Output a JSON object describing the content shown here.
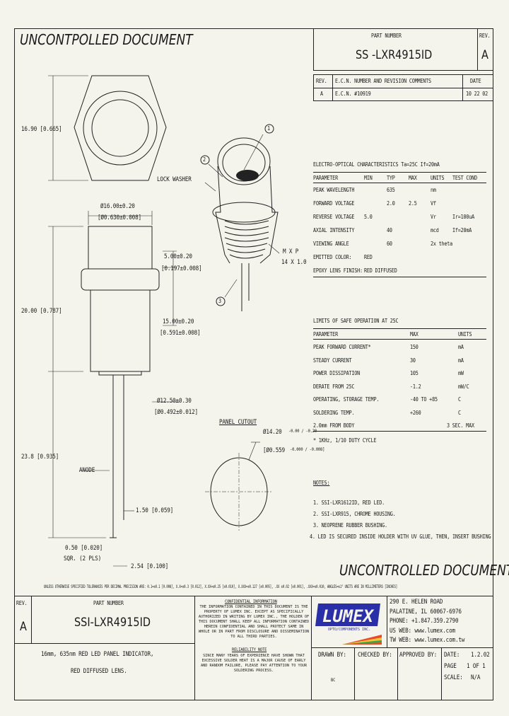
{
  "header": {
    "uncontrolled_top": "UNCONTPOLLED DOCUMENT",
    "part_number_label": "PART NUMBER",
    "part_number": "SS -LXR4915ID",
    "rev_label": "REV.",
    "rev": "A"
  },
  "revision_table": {
    "headers": [
      "REV.",
      "E.C.N. NUMBER AND REVISION COMMENTS",
      "DATE"
    ],
    "rows": [
      [
        "A",
        "E.C.N. #10919",
        "10 22 02"
      ]
    ]
  },
  "drawing_labels": {
    "dim_hex": "16.90 [0.665]",
    "lock_washer": "LOCK WASHER",
    "dim_dia_top": "Ø16.00±0.20",
    "dim_dia_top_in": "[Ø0.630±0.008]",
    "dim_500": "5.00±0.20",
    "dim_500_in": "[0.197±0.008]",
    "thread": "M X P",
    "thread_size": "14 X 1.0",
    "dim_2000": "20.00 [0.787]",
    "dim_1500": "15.00±0.20",
    "dim_1500_in": "[0.591±0.008]",
    "dim_1250": "Ø12.50±0.30",
    "dim_1250_in": "[Ø0.492±0.012]",
    "dim_238": "23.8 [0.935]",
    "anode": "ANODE",
    "dim_150": "1.50 [0.059]",
    "dim_050": "0.50 [0.020]",
    "sqr_pls": "SQR. (2 PLS)",
    "dim_254": "2.54 [0.100]",
    "panel_cutout": "PANEL CUTOUT",
    "dim_1420": "Ø14.20",
    "dim_1420_tol": "-0.00 / -0.20",
    "dim_559": "[Ø0.559",
    "dim_559_tol": "-0.000 / -0.008]",
    "callout_1": "1",
    "callout_2": "2",
    "callout_3": "3"
  },
  "electro_optical": {
    "title": "ELECTRO-OPTICAL CHARACTERISTICS Ta=25C   If=20mA",
    "headers": [
      "PARAMETER",
      "MIN",
      "TYP",
      "MAX",
      "UNITS",
      "TEST COND"
    ],
    "rows": [
      [
        "PEAK WAVELENGTH",
        "",
        "635",
        "",
        "nm",
        ""
      ],
      [
        "FORWARD VOLTAGE",
        "",
        "2.0",
        "2.5",
        "Vf",
        ""
      ],
      [
        "REVERSE VOLTAGE",
        "5.0",
        "",
        "",
        "Vr",
        "Ir=100uA"
      ],
      [
        "AXIAL INTENSITY",
        "",
        "40",
        "",
        "mcd",
        "If=20mA"
      ],
      [
        "VIEWING ANGLE",
        "",
        "60",
        "",
        "2x theta",
        ""
      ],
      [
        "EMITTED COLOR:",
        "RED",
        "",
        "",
        "",
        ""
      ],
      [
        "EPOXY LENS FINISH:",
        "RED DIFFUSED",
        "",
        "",
        "",
        ""
      ]
    ]
  },
  "limits": {
    "title": "LIMITS OF SAFE OPERATION AT 25C",
    "headers": [
      "PARAMETER",
      "MAX",
      "UNITS"
    ],
    "rows": [
      [
        "PEAK FORWARD CURRENT*",
        "150",
        "mA"
      ],
      [
        "STEADY CURRENT",
        "30",
        "mA"
      ],
      [
        "POWER DISSIPATION",
        "105",
        "mW"
      ],
      [
        "DERATE FROM 25C",
        "-1.2",
        "mW/C"
      ],
      [
        "OPERATING, STORAGE TEMP.",
        "-40 TO +85",
        "C"
      ],
      [
        "SOLDERING TEMP.",
        "+260",
        "C"
      ],
      [
        "2.0mm FROM BODY",
        "",
        "3 SEC. MAX"
      ]
    ],
    "footnote": "* 1KHz, 1/10 DUTY CYCLE"
  },
  "notes": {
    "title": "NOTES:",
    "items": [
      "1. SSI-LXR1612ID, RED LED.",
      "2. SSI-LXR915, CHROME HOUSING.",
      "3. NEOPRENE RUBBER BUSHING.",
      "4. LED IS SECURED INSIDE HOLDER WITH UV GLUE, THEN, INSERT BUSHING"
    ]
  },
  "uncontrolled_bottom": "UNCONTROLLED DOCUMENT",
  "tolerances": "UNLESS OTHERWISE SPECIFIED TOLERANCES PER DECIMAL PRECISION ARE: 0.1=±0.1 [0.008], X.X=±0.3 [0.012], X.XX=±0.25 [±0.010], X.XXX=±0.127 [±0.005], .XX ±0.02 [±0.001], .XXX=±0.010, ANGLES=±1°   UNITS ARE IN MILLIMETERS [INCHES]",
  "title_block": {
    "rev_label": "REV.",
    "rev": "A",
    "part_number_label": "PART NUMBER",
    "part_number": "SSI-LXR4915ID",
    "description_1": "16mm, 635nm RED LED PANEL INDICATOR,",
    "description_2": "RED DIFFUSED LENS.",
    "confidential_title": "CONFIDENTIAL INFORMATION",
    "confidential_text": "THE INFORMATION CONTAINED IN THIS DOCUMENT IS THE PROPERTY OF LUMEX INC. EXCEPT AS SPECIFICALLY AUTHORIZED IN WRITING BY LUMEX INC., THE HOLDER OF THIS DOCUMENT SHALL KEEP ALL INFORMATION CONTAINED HEREIN CONFIDENTIAL AND SHALL PROTECT SAME IN WHOLE OR IN PART FROM DISCLOSURE AND DISSEMINATION TO ALL THIRD PARTIES.",
    "reliability_title": "RELIABILITY NOTE",
    "reliability_text": "SINCE MANY YEARS OF EXPERIENCE HAVE SHOWN THAT EXCESSIVE SOLDER HEAT IS A MAJOR CAUSE OF EARLY AND RANDOM FAILURE, PLEASE PAY ATTENTION TO YOUR SOLDERING PROCESS.",
    "logo": "LUMEX",
    "logo_sub": "OPTO/COMPONENTS INC.",
    "address_1": "290 E. HELEN ROAD",
    "address_2": "PALATINE, IL 60067-6976",
    "phone": "PHONE: +1.847.359.2790",
    "us_web": "US WEB: www.lumex.com",
    "tw_web": "TW WEB: www.lumex.com.tw",
    "drawn_by_label": "DRAWN BY:",
    "drawn_by": "BC",
    "checked_by_label": "CHECKED BY:",
    "approved_by_label": "APPROVED BY:",
    "date_label": "DATE:",
    "date": "1.2.02",
    "page_label": "PAGE",
    "page": "1 OF 1",
    "scale_label": "SCALE:",
    "scale": "N/A"
  }
}
